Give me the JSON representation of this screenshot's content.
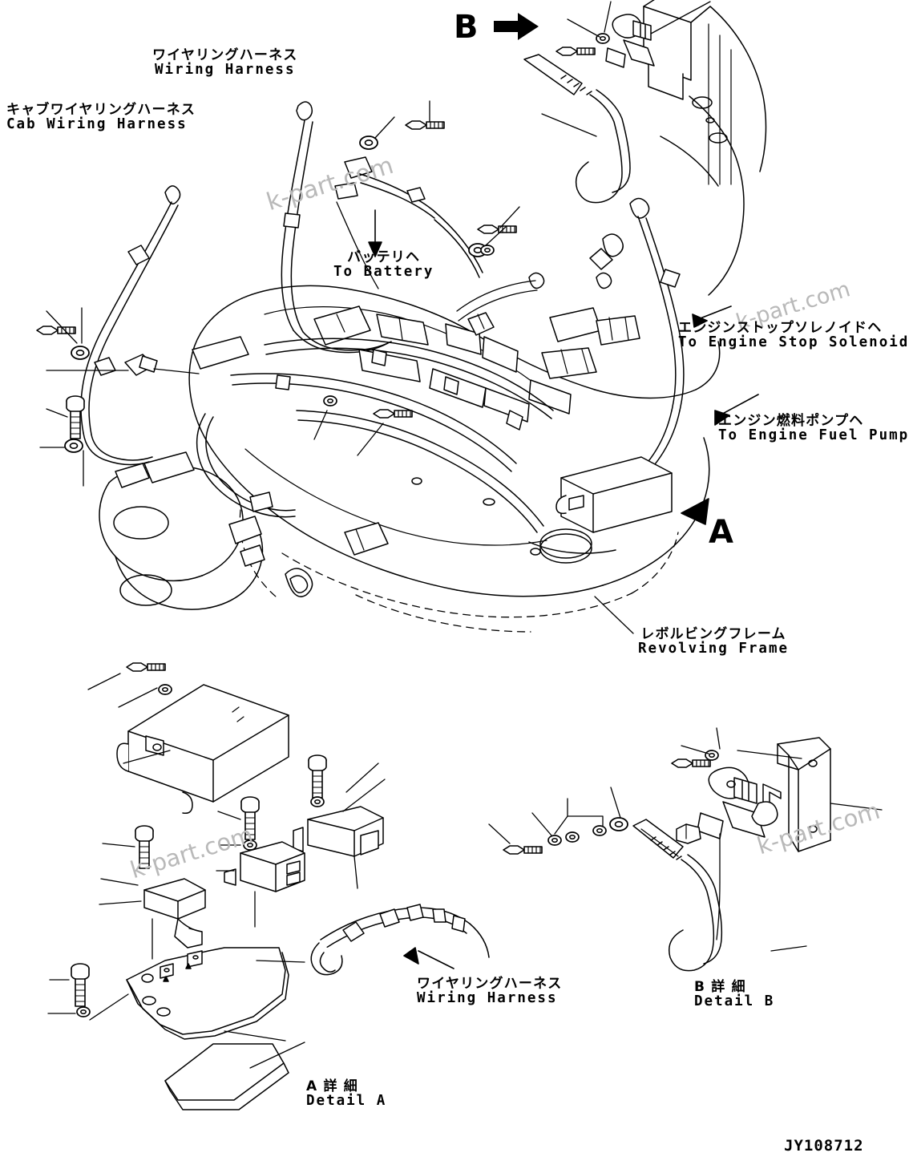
{
  "sheet": {
    "drawing_number": "JY108712",
    "background": "#ffffff",
    "line_color": "#000000",
    "watermark_color": "#b9b9b9"
  },
  "section_markers": {
    "b_top": "B",
    "a_mid": "A"
  },
  "callouts": {
    "cab_wiring_harness": {
      "jp": "キャブワイヤリングハーネス",
      "en": "Cab Wiring Harness"
    },
    "wiring_harness_top": {
      "jp": "ワイヤリングハーネス",
      "en": "Wiring Harness"
    },
    "to_battery": {
      "jp": "バッテリヘ",
      "en": "To Battery"
    },
    "to_engine_stop_solenoid": {
      "jp": "エンジンストップソレノイドヘ",
      "en": "To Engine Stop Solenoid"
    },
    "to_engine_fuel_pump": {
      "jp": "エンジン燃料ポンプヘ",
      "en": "To Engine Fuel Pump"
    },
    "revolving_frame": {
      "jp": "レボルビングフレーム",
      "en": "Revolving Frame"
    },
    "wiring_harness_detail": {
      "jp": "ワイヤリングハーネス",
      "en": "Wiring Harness"
    },
    "detail_a": {
      "jp": "A 詳 細",
      "en": "Detail A"
    },
    "detail_b": {
      "jp": "B 詳 細",
      "en": "Detail B"
    }
  },
  "watermarks": [
    {
      "text": "k-part.com"
    },
    {
      "text": "k-part.com"
    },
    {
      "text": "k-part.com"
    },
    {
      "text": "k-part.com"
    }
  ]
}
